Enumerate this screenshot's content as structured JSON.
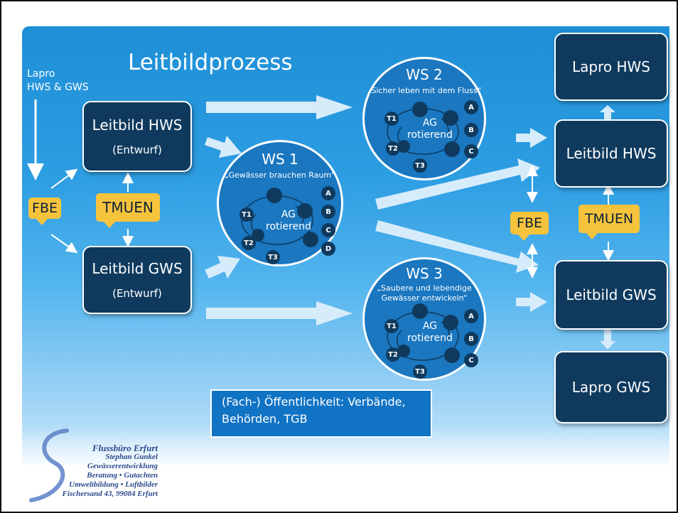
{
  "title": "Leitbildprozess",
  "lapro_input": [
    "Lapro",
    "HWS & GWS"
  ],
  "fbe_left": "FBE",
  "tmuen_left": "TMUEN",
  "leitbild_hws_draft": {
    "main": "Leitbild HWS",
    "sub": "(Entwurf)"
  },
  "leitbild_gws_draft": {
    "main": "Leitbild GWS",
    "sub": "(Entwurf)"
  },
  "ws1": {
    "title": "WS 1",
    "quote": "„Gewässer brauchen Raum“",
    "ag": [
      "AG",
      "rotierend"
    ],
    "letters": [
      "A",
      "B",
      "C",
      "D"
    ],
    "teams": [
      "T1",
      "T2",
      "T3"
    ]
  },
  "ws2": {
    "title": "WS 2",
    "quote": "„Sicher leben mit dem Fluss“",
    "ag": [
      "AG",
      "rotierend"
    ],
    "letters": [
      "A",
      "B",
      "C"
    ],
    "teams": [
      "T1",
      "T2",
      "T3"
    ]
  },
  "ws3": {
    "title": "WS 3",
    "quote": [
      "„Saubere und lebendige",
      "Gewässer entwickeln“"
    ],
    "ag": [
      "AG",
      "rotierend"
    ],
    "letters": [
      "A",
      "B",
      "C"
    ],
    "teams": [
      "T1",
      "T2",
      "T3"
    ]
  },
  "fbe_right": "FBE",
  "tmuen_right": "TMUEN",
  "lapro_hws": "Lapro HWS",
  "leitbild_hws": "Leitbild HWS",
  "leitbild_gws": "Leitbild GWS",
  "lapro_gws": "Lapro GWS",
  "public": [
    "(Fach-) Öffentlichkeit: Verbände,",
    "Behörden, TGB"
  ],
  "logo": [
    "Flussbüro Erfurt",
    "Stephan Gunkel",
    "Gewässerentwicklung",
    "Beratung • Gutachten",
    "Umweltbildung • Luftbilder",
    "Fischersand 43, 99084 Erfurt"
  ],
  "colors": {
    "box": "#0f3a5e",
    "tag": "#f6c33d",
    "circle": "#1a77c0",
    "arrow": "#d6ecfb"
  }
}
